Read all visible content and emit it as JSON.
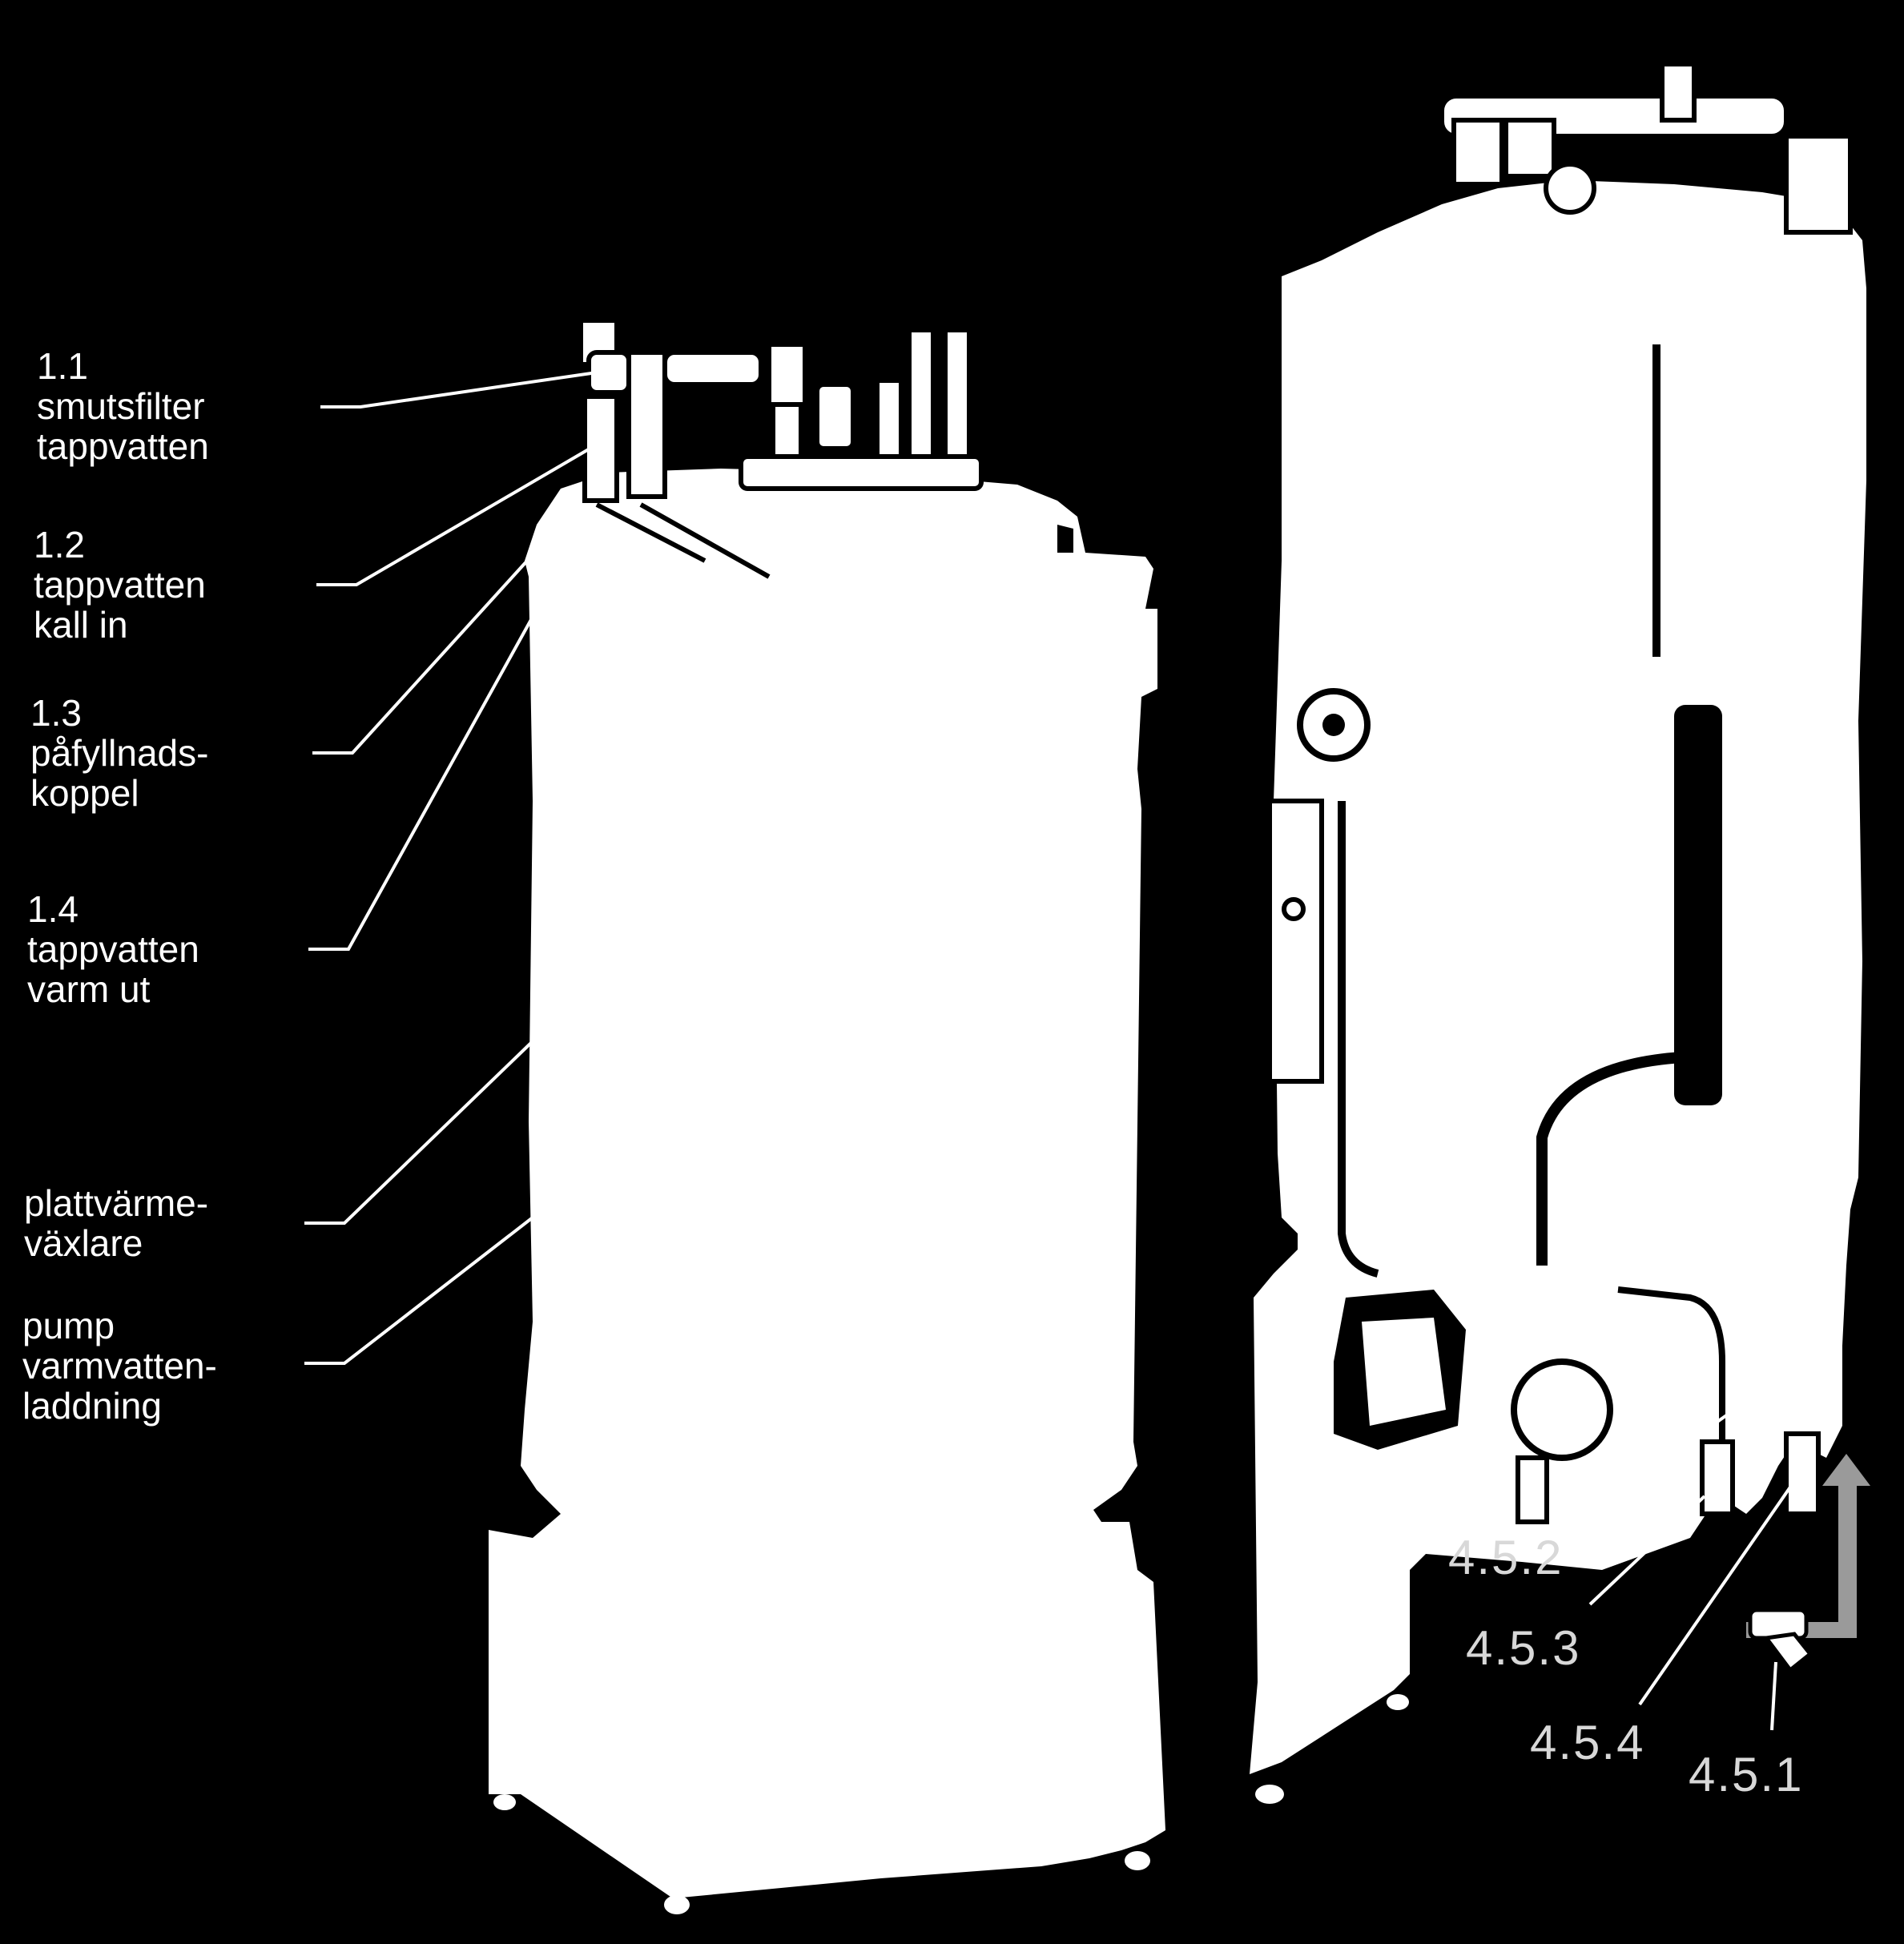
{
  "diagram": {
    "colors": {
      "background": "#000000",
      "unit_fill": "#ffffff",
      "leader_line": "#ffffff",
      "arrow": "#9a9a9a",
      "number_text": "#d8d8d8"
    },
    "left_labels": [
      {
        "id": "1.1",
        "lines": [
          "1.1",
          "smutsfilter",
          "tappvatten"
        ]
      },
      {
        "id": "1.2",
        "lines": [
          "1.2",
          "tappvatten",
          "kall in"
        ]
      },
      {
        "id": "1.3",
        "lines": [
          "1.3",
          "påfyllnads-",
          "koppel"
        ]
      },
      {
        "id": "1.4",
        "lines": [
          "1.4",
          "tappvatten",
          "varm ut"
        ]
      },
      {
        "id": "plate",
        "lines": [
          "plattvärme-",
          "växlare"
        ]
      },
      {
        "id": "pump",
        "lines": [
          "pump",
          "varmvatten-",
          "laddning"
        ]
      }
    ],
    "right_labels": [
      "4.5.2",
      "4.5.3",
      "4.5.4",
      "4.5.1"
    ]
  }
}
